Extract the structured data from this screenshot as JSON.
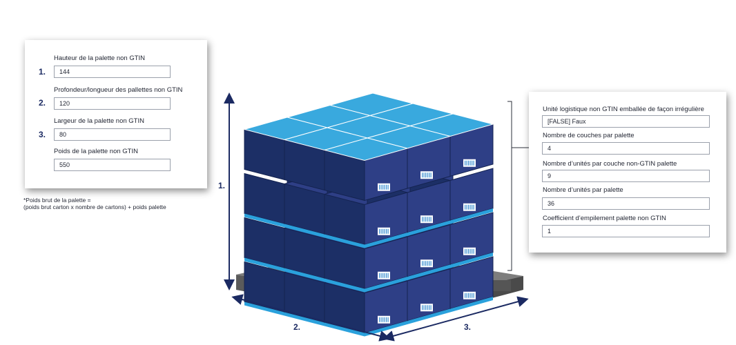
{
  "left_panel": {
    "fields": [
      {
        "number": "1.",
        "label": "Hauteur de la palette non GTIN",
        "value": "144"
      },
      {
        "number": "2.",
        "label": "Profondeur/longueur des pallettes non GTIN",
        "value": "120"
      },
      {
        "number": "3.",
        "label": "Largeur de la palette non GTIN",
        "value": "80"
      },
      {
        "number": "",
        "label": "Poids de la palette non GTIN",
        "value": "550"
      }
    ]
  },
  "note": {
    "line1": "*Poids brut de la palette =",
    "line2": "(poids brut carton x nombre de cartons) + poids palette"
  },
  "right_panel": {
    "fields": [
      {
        "label": "Unité logistique non GTIN emballée de façon irrégulière",
        "value": "[FALSE] Faux"
      },
      {
        "label": "Nombre de couches par palette",
        "value": "4"
      },
      {
        "label": "Nombre d’unités par couche non-GTIN palette",
        "value": "9"
      },
      {
        "label": "Nombre d’unités par palette",
        "value": "36"
      },
      {
        "label": "Coefficient d’empilement palette non GTIN",
        "value": "1"
      }
    ]
  },
  "dimensions": {
    "height_label": "1.",
    "depth_label": "2.",
    "width_label": "3."
  },
  "colors": {
    "box_top": "#39a9de",
    "box_front": "#1c2f66",
    "box_side": "#2e3f86",
    "layer_band": "#2aa1dc",
    "pallet": "#6a6a6a",
    "arrow": "#1b2a62"
  }
}
